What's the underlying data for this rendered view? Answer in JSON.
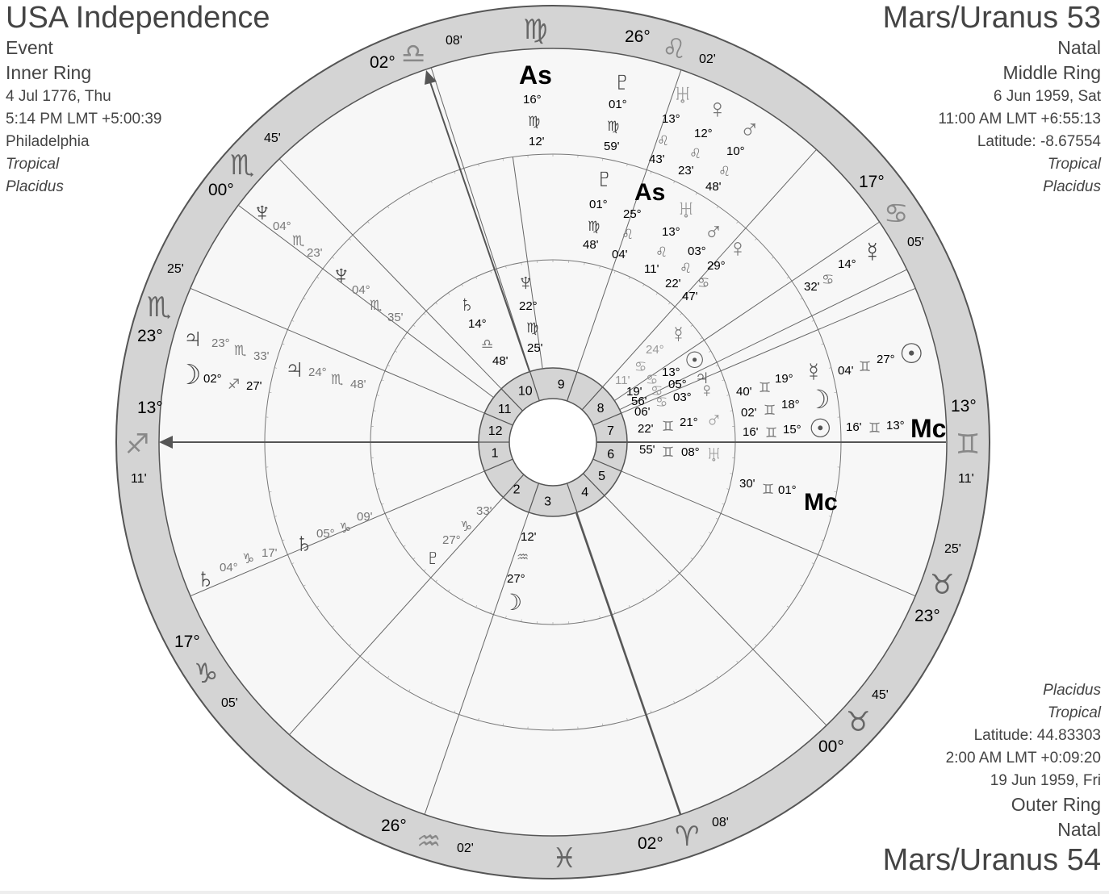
{
  "inner_ring_panel": {
    "title": "USA Independence",
    "type": "Event",
    "ring": "Inner Ring",
    "date": "4 Jul 1776, Thu",
    "time": "5:14 PM LMT +5:00:39",
    "place": "Philadelphia",
    "zodiac": "Tropical",
    "houses": "Placidus"
  },
  "middle_ring_panel": {
    "title": "Mars/Uranus 53",
    "type": "Natal",
    "ring": "Middle Ring",
    "date": "6 Jun 1959, Sat",
    "time": "11:00 AM LMT +6:55:13",
    "latitude": "Latitude: -8.67554",
    "zodiac": "Tropical",
    "houses": "Placidus"
  },
  "outer_ring_panel": {
    "houses": "Placidus",
    "zodiac": "Tropical",
    "latitude": "Latitude: 44.83303",
    "time": "2:00 AM LMT +0:09:20",
    "date": "19 Jun 1959, Fri",
    "ring": "Outer Ring",
    "type": "Natal",
    "title": "Mars/Uranus 54"
  },
  "colors": {
    "ring_band": "#d4d4d4",
    "chart_bg": "#f7f7f7",
    "line": "#555555",
    "glyph_dark": "#444444",
    "glyph_mid": "#777777",
    "glyph_light": "#999999"
  },
  "house_numbers": [
    "1",
    "2",
    "3",
    "4",
    "5",
    "6",
    "7",
    "8",
    "9",
    "10",
    "11",
    "12"
  ],
  "outer_cusp_labels": [
    {
      "deg": "13°",
      "sign": "♐",
      "min": "11'",
      "icon": "sagittarius-icon"
    },
    {
      "deg": "23°",
      "sign": "♏",
      "min": "25'",
      "icon": "scorpio-icon"
    },
    {
      "deg": "00°",
      "sign": "♏",
      "min": "45'",
      "icon": "scorpio-icon"
    },
    {
      "deg": "02°",
      "sign": "♎",
      "min": "08'",
      "icon": "libra-icon"
    },
    {
      "deg": "",
      "sign": "♍",
      "min": "",
      "icon": "virgo-icon"
    },
    {
      "deg": "26°",
      "sign": "♌",
      "min": "02'",
      "icon": "leo-icon"
    },
    {
      "deg": "17°",
      "sign": "♋",
      "min": "05'",
      "icon": "cancer-icon"
    },
    {
      "deg": "13°",
      "sign": "♊",
      "min": "11'",
      "icon": "gemini-icon"
    },
    {
      "deg": "23°",
      "sign": "♉",
      "min": "25'",
      "icon": "taurus-icon"
    },
    {
      "deg": "00°",
      "sign": "♉",
      "min": "45'",
      "icon": "taurus-icon"
    },
    {
      "deg": "02°",
      "sign": "♈",
      "min": "08'",
      "icon": "aries-icon"
    },
    {
      "deg": "",
      "sign": "♓",
      "min": "",
      "icon": "pisces-icon"
    },
    {
      "deg": "26°",
      "sign": "♒",
      "min": "02'",
      "icon": "aquarius-icon"
    },
    {
      "deg": "17°",
      "sign": "♑",
      "min": "05'",
      "icon": "capricorn-icon"
    }
  ],
  "outer_planets": [
    {
      "glyph": "As",
      "deg": "16°",
      "sign": "♍",
      "min": "12'"
    },
    {
      "glyph": "♇",
      "deg": "01°",
      "sign": "♍",
      "min": "59'"
    },
    {
      "glyph": "♅",
      "deg": "13°",
      "sign": "♌",
      "min": "43'"
    },
    {
      "glyph": "♀",
      "deg": "12°",
      "sign": "♌",
      "min": "23'"
    },
    {
      "glyph": "♂",
      "deg": "10°",
      "sign": "♌",
      "min": "48'"
    },
    {
      "glyph": "☿",
      "deg": "14°",
      "sign": "♋",
      "min": "32'"
    },
    {
      "glyph": "☉",
      "deg": "27°",
      "sign": "♊",
      "min": "04'"
    },
    {
      "glyph": "Mc",
      "deg": "13°",
      "sign": "♊",
      "min": "16'"
    },
    {
      "glyph": "♆",
      "deg": "04°",
      "sign": "♏",
      "min": "23'"
    },
    {
      "glyph": "♃",
      "deg": "23°",
      "sign": "♏",
      "min": "33'"
    },
    {
      "glyph": "☽",
      "deg": "02°",
      "sign": "♐",
      "min": "27'"
    },
    {
      "glyph": "♄",
      "deg": "04°",
      "sign": "♑",
      "min": "17'"
    }
  ],
  "middle_planets": [
    {
      "glyph": "♇",
      "deg": "01°",
      "sign": "♍",
      "min": "48'"
    },
    {
      "glyph": "As",
      "deg": "25°",
      "sign": "♌",
      "min": "04'"
    },
    {
      "glyph": "♅",
      "deg": "13°",
      "sign": "♌",
      "min": "11'"
    },
    {
      "glyph": "♂",
      "deg": "03°",
      "sign": "♌",
      "min": "22'"
    },
    {
      "glyph": "♀",
      "deg": "29°",
      "sign": "♋",
      "min": "47'"
    },
    {
      "glyph": "☿",
      "deg": "19°",
      "sign": "♊",
      "min": "40'"
    },
    {
      "glyph": "☽",
      "deg": "18°",
      "sign": "♊",
      "min": "02'"
    },
    {
      "glyph": "☉",
      "deg": "15°",
      "sign": "♊",
      "min": "16'"
    },
    {
      "glyph": "Mc",
      "deg": "01°",
      "sign": "♊",
      "min": "30'"
    },
    {
      "glyph": "♆",
      "deg": "04°",
      "sign": "♏",
      "min": "35'"
    },
    {
      "glyph": "♃",
      "deg": "24°",
      "sign": "♏",
      "min": "48'"
    },
    {
      "glyph": "♄",
      "deg": "05°",
      "sign": "♑",
      "min": "09'"
    }
  ],
  "inner_planets": [
    {
      "glyph": "♆",
      "deg": "22°",
      "sign": "♍",
      "min": "25'"
    },
    {
      "glyph": "♄",
      "deg": "14°",
      "sign": "♎",
      "min": "48'"
    },
    {
      "glyph": "☿",
      "deg": "24°",
      "sign": "♋",
      "min": "11'"
    },
    {
      "glyph": "♀",
      "deg": "03°",
      "sign": "♋",
      "min": "06'"
    },
    {
      "glyph": "♃",
      "deg": "05°",
      "sign": "♋",
      "min": "56'"
    },
    {
      "glyph": "☉",
      "deg": "13°",
      "sign": "♋",
      "min": "19'"
    },
    {
      "glyph": "♂",
      "deg": "21°",
      "sign": "♊",
      "min": "22'"
    },
    {
      "glyph": "♅",
      "deg": "08°",
      "sign": "♊",
      "min": "55'"
    },
    {
      "glyph": "♇",
      "deg": "27°",
      "sign": "♑",
      "min": "33'"
    },
    {
      "glyph": "☽",
      "deg": "27°",
      "sign": "♒",
      "min": "12'"
    }
  ]
}
